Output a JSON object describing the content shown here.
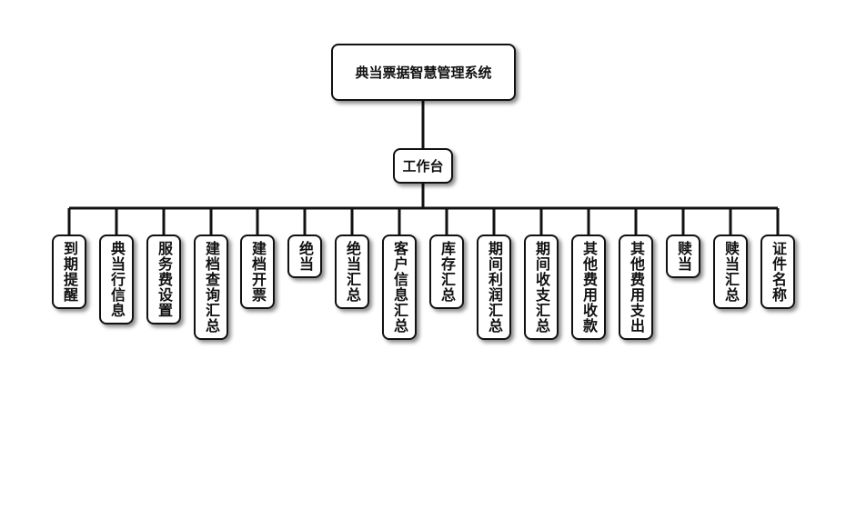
{
  "title": "典当票据智慧管理系统",
  "hub": "工作台",
  "modules": [
    "到期提醒",
    "典当行信息",
    "服务费设置",
    "建档查询汇总",
    "建档开票",
    "绝当",
    "绝当汇总",
    "客户信息汇总",
    "库存汇总",
    "期间利润汇总",
    "期间收支汇总",
    "其他费用收款",
    "其他费用支出",
    "赎当",
    "赎当汇总",
    "证件名称"
  ]
}
